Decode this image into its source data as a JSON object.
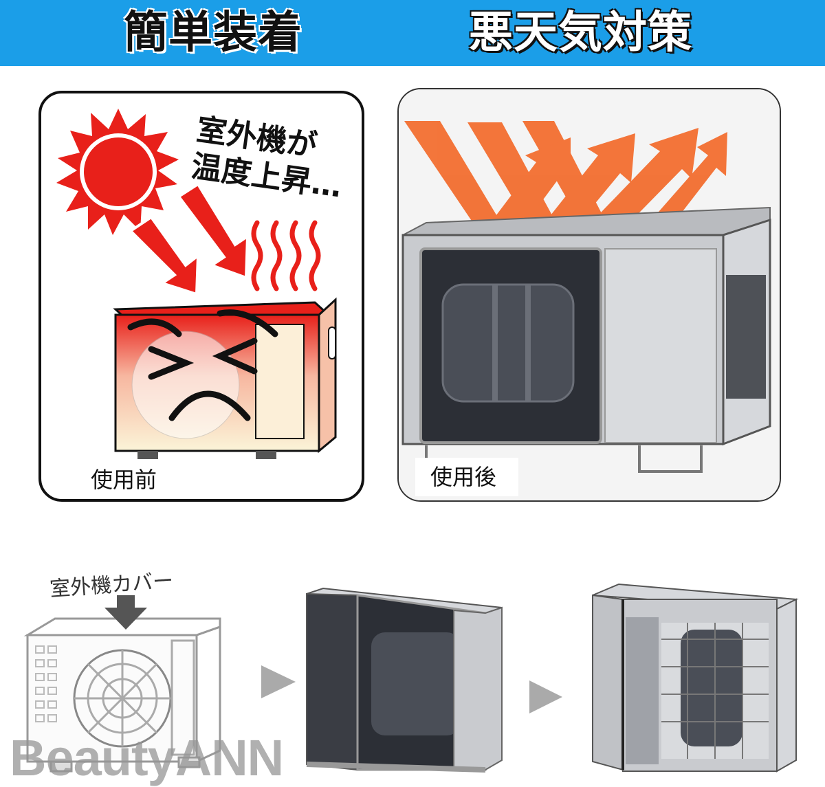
{
  "banner": {
    "left_title": "簡単装着",
    "right_title": "悪天気対策",
    "color": "#1b9ee8"
  },
  "before_panel": {
    "speech_line1": "室外機が",
    "speech_line2": "温度上昇…",
    "caption": "使用前",
    "icons": [
      "sun-icon",
      "heat-wave-icon",
      "distressed-face-icon"
    ]
  },
  "after_panel": {
    "caption": "使用後",
    "icons": [
      "reflected-arrow-icon",
      "covered-unit-icon"
    ]
  },
  "steps": {
    "cover_label": "室外機カバー",
    "icons": [
      "down-arrow-icon",
      "next-arrow-icon"
    ]
  },
  "watermark": "BeautyANN",
  "colors": {
    "heat_red": "#e8201a",
    "arrow_orange": "#f26a2a",
    "cover_silver": "#c9cbcf",
    "mesh_dark": "#2c2f36"
  }
}
